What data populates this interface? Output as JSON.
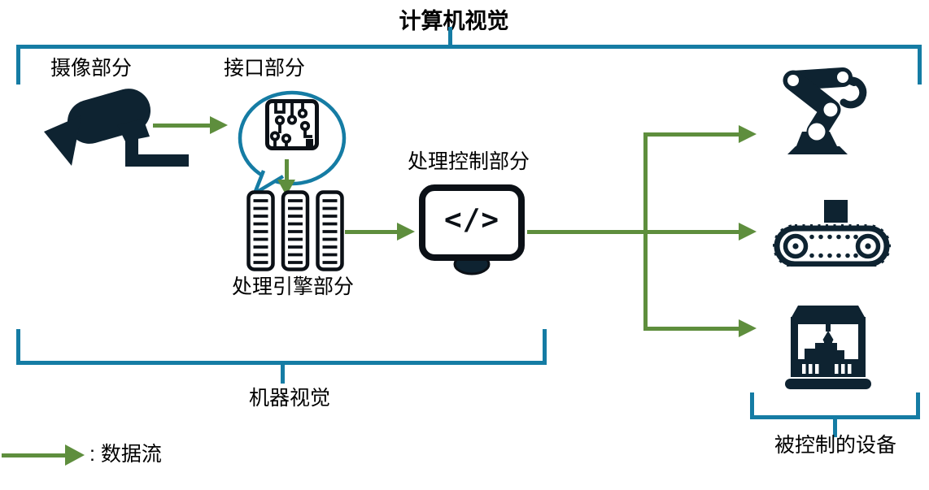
{
  "title": "计算机视觉",
  "nodes": {
    "camera": {
      "label": "摄像部分",
      "icon": "cctv-camera"
    },
    "interface": {
      "label": "接口部分",
      "icon": "circuit-board-speech-bubble"
    },
    "engine": {
      "label": "处理引擎部分",
      "icon": "server-racks"
    },
    "control": {
      "label": "处理控制部分",
      "icon": "code-monitor",
      "screen_text": "</>"
    }
  },
  "devices": {
    "label": "被控制的设备",
    "items": [
      {
        "icon": "robot-arm"
      },
      {
        "icon": "conveyor-belt"
      },
      {
        "icon": "3d-printer"
      }
    ]
  },
  "groups": {
    "machine_vision": {
      "label": "机器视觉"
    }
  },
  "legend": {
    "label": ": 数据流"
  },
  "colors": {
    "bracket_teal": "#157ca4",
    "arrow_green": "#5e8e3d",
    "icon_dark": "#0e2331",
    "icon_black": "#0b1016"
  }
}
